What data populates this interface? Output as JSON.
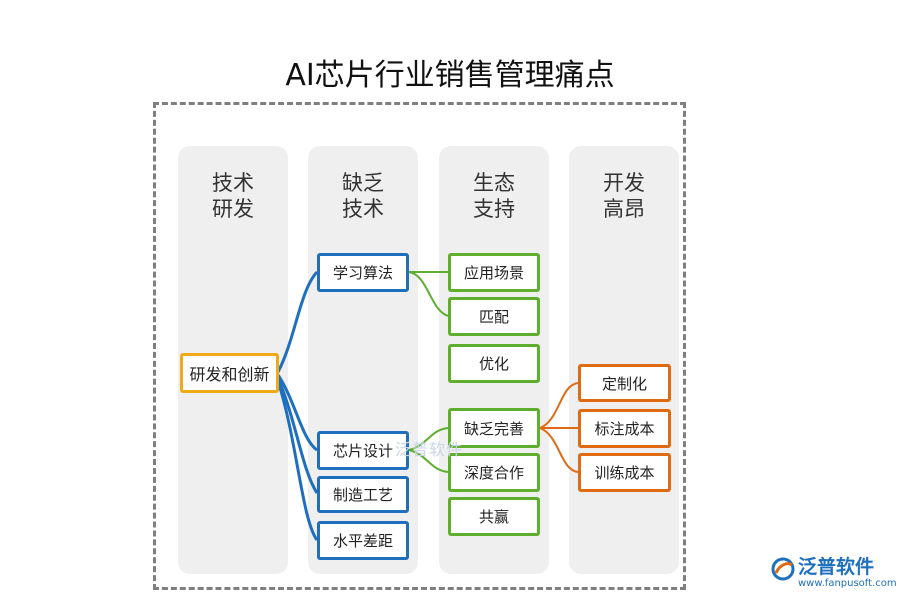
{
  "title": "AI芯片行业销售管理痛点",
  "columns": [
    {
      "line1": "技术",
      "line2": "研发"
    },
    {
      "line1": "缺乏",
      "line2": "技术"
    },
    {
      "line1": "生态",
      "line2": "支持"
    },
    {
      "line1": "开发",
      "line2": "高昂"
    }
  ],
  "root": "研发和创新",
  "tech_nodes": [
    "学习算法",
    "芯片设计",
    "制造工艺",
    "水平差距"
  ],
  "eco_nodes": [
    "应用场景",
    "匹配",
    "优化",
    "缺乏完善",
    "深度合作",
    "共赢"
  ],
  "cost_nodes": [
    "定制化",
    "标注成本",
    "训练成本"
  ],
  "colors": {
    "blue": "#1f6fbf",
    "green": "#5fae2e",
    "orange": "#e06a12",
    "gold": "#f0aa18",
    "column_bg": "#efefef",
    "frame": "#7f7f7f"
  },
  "watermark": "泛普软件",
  "logo": {
    "name": "泛普软件",
    "url": "www.fanpusoft.com"
  }
}
